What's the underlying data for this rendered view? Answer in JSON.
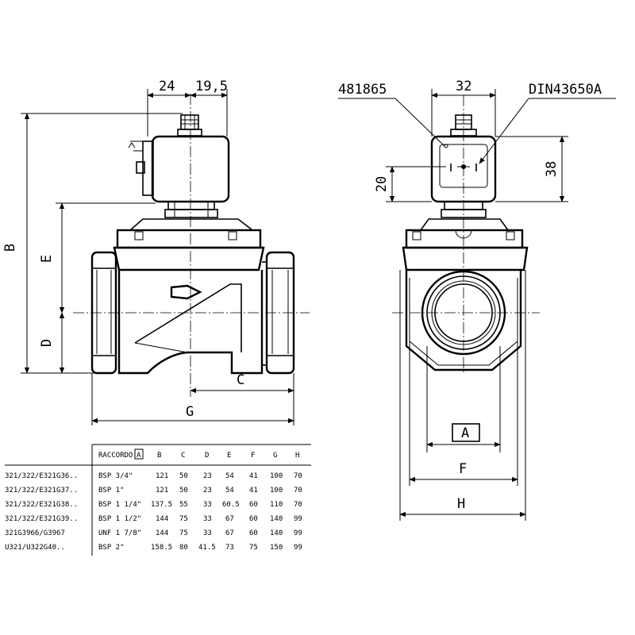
{
  "labels": {
    "dim_24": "24",
    "dim_19_5": "19,5",
    "dim_B": "B",
    "dim_E": "E",
    "dim_D": "D",
    "dim_C": "C",
    "dim_G": "G",
    "part_481865": "481865",
    "dim_32": "32",
    "part_din": "DIN43650A",
    "dim_20": "20",
    "dim_38": "38",
    "dim_A": "A",
    "dim_F": "F",
    "dim_H": "H"
  },
  "table": {
    "header": {
      "raccordo": "RACCORDO",
      "a_box": "A",
      "B": "B",
      "C": "C",
      "D": "D",
      "E": "E",
      "F": "F",
      "G": "G",
      "H": "H"
    },
    "rows": [
      {
        "model": "321/322/E321G36..",
        "conn": "BSP 3/4\"",
        "B": "121",
        "C": "50",
        "D": "23",
        "E": "54",
        "F": "41",
        "G": "100",
        "H": "70"
      },
      {
        "model": "321/322/E321G37..",
        "conn": "BSP 1\"",
        "B": "121",
        "C": "50",
        "D": "23",
        "E": "54",
        "F": "41",
        "G": "100",
        "H": "70"
      },
      {
        "model": "321/322/E321G38..",
        "conn": "BSP 1 1/4\"",
        "B": "137.5",
        "C": "55",
        "D": "33",
        "E": "60.5",
        "F": "60",
        "G": "110",
        "H": "70"
      },
      {
        "model": "321/322/E321G39..",
        "conn": "BSP 1 1/2\"",
        "B": "144",
        "C": "75",
        "D": "33",
        "E": "67",
        "F": "60",
        "G": "140",
        "H": "99"
      },
      {
        "model": "321G3966/G3967",
        "conn": "UNF 1 7/8\"",
        "B": "144",
        "C": "75",
        "D": "33",
        "E": "67",
        "F": "60",
        "G": "140",
        "H": "99"
      },
      {
        "model": "U321/U322G40..",
        "conn": "BSP 2\"",
        "B": "158.5",
        "C": "80",
        "D": "41.5",
        "E": "73",
        "F": "75",
        "G": "150",
        "H": "99"
      }
    ]
  }
}
